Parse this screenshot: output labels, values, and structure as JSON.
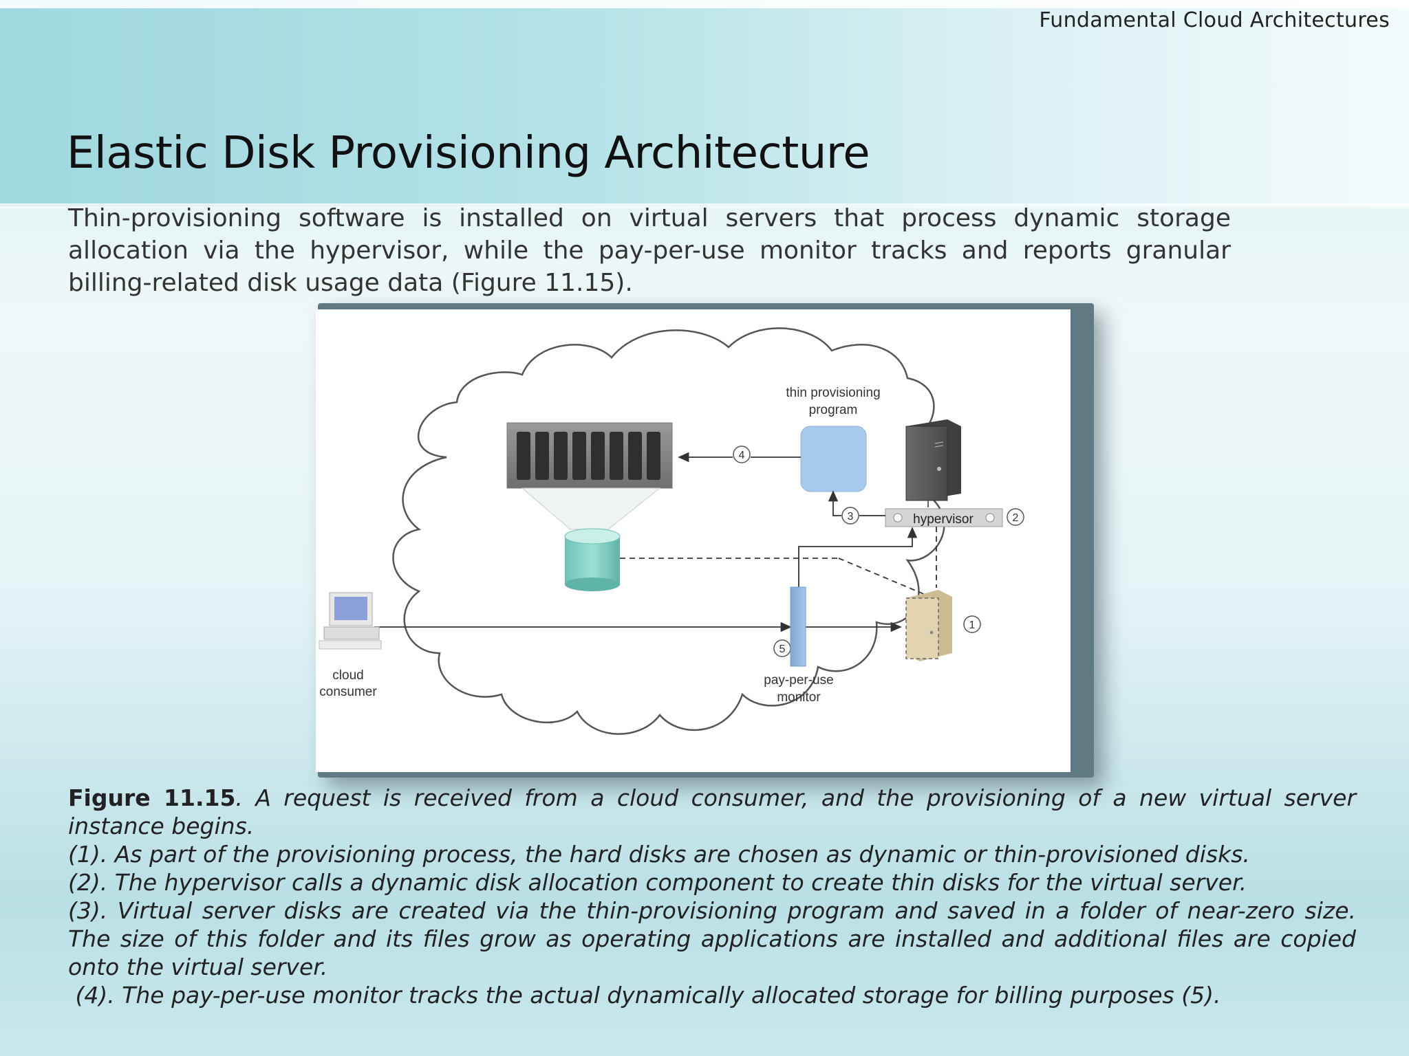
{
  "header": {
    "section": "Fundamental Cloud Architectures"
  },
  "slide": {
    "title": "Elastic Disk Provisioning Architecture",
    "intro": "Thin-provisioning software is installed on virtual servers that process dynamic storage allocation via the hypervisor, while the pay-per-use monitor tracks and reports granular billing-related disk usage data (Figure 11.15)."
  },
  "diagram": {
    "labels": {
      "thin_program": [
        "thin provisioning",
        "program"
      ],
      "hypervisor": "hypervisor",
      "consumer": [
        "cloud",
        "consumer"
      ],
      "monitor": [
        "pay-per-use",
        "monitor"
      ]
    },
    "step_numbers": [
      "1",
      "2",
      "3",
      "4",
      "5"
    ],
    "icons": [
      "cloud-icon",
      "storage-array-icon",
      "database-icon",
      "server-tower-icon",
      "hypervisor-icon",
      "virtual-server-icon",
      "workstation-icon",
      "monitor-bar-icon"
    ]
  },
  "caption": {
    "lead": "Figure 11.15",
    "lead_text": ". A request is received from a cloud consumer, and the provisioning of a new virtual server instance begins.",
    "steps": [
      "(1). As part of the provisioning process, the hard disks are chosen as dynamic or thin-provisioned disks.",
      "(2). The hypervisor calls a dynamic disk allocation component to create thin disks for the virtual server.",
      "(3). Virtual server disks are created via the thin-provisioning program and saved in a folder of near-zero size. The size of this folder and its files grow as operating applications are installed and additional files are copied onto the virtual server.",
      " (4). The pay-per-use monitor tracks the actual dynamically allocated storage for billing purposes (5)."
    ]
  }
}
